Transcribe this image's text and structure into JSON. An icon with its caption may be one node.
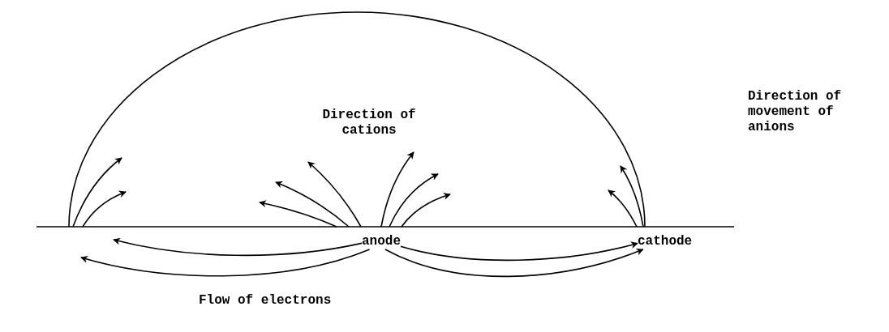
{
  "diagram": {
    "nodes": [
      {
        "text": [
          "anode"
        ]
      },
      {
        "text": [
          "cathode"
        ]
      }
    ],
    "edges": [
      {
        "from": 0,
        "to": 1,
        "arrow": "to"
      },
      {
        "from": 0,
        "to": 1,
        "arrow": "to"
      },
      {
        "from": 0,
        "to": null,
        "arrow": "to"
      },
      {
        "from": 0,
        "to": null,
        "arrow": "to"
      }
    ],
    "labels": [
      "Direction of cations",
      "Direction of movement of anions",
      "Flow of electrons"
    ]
  }
}
